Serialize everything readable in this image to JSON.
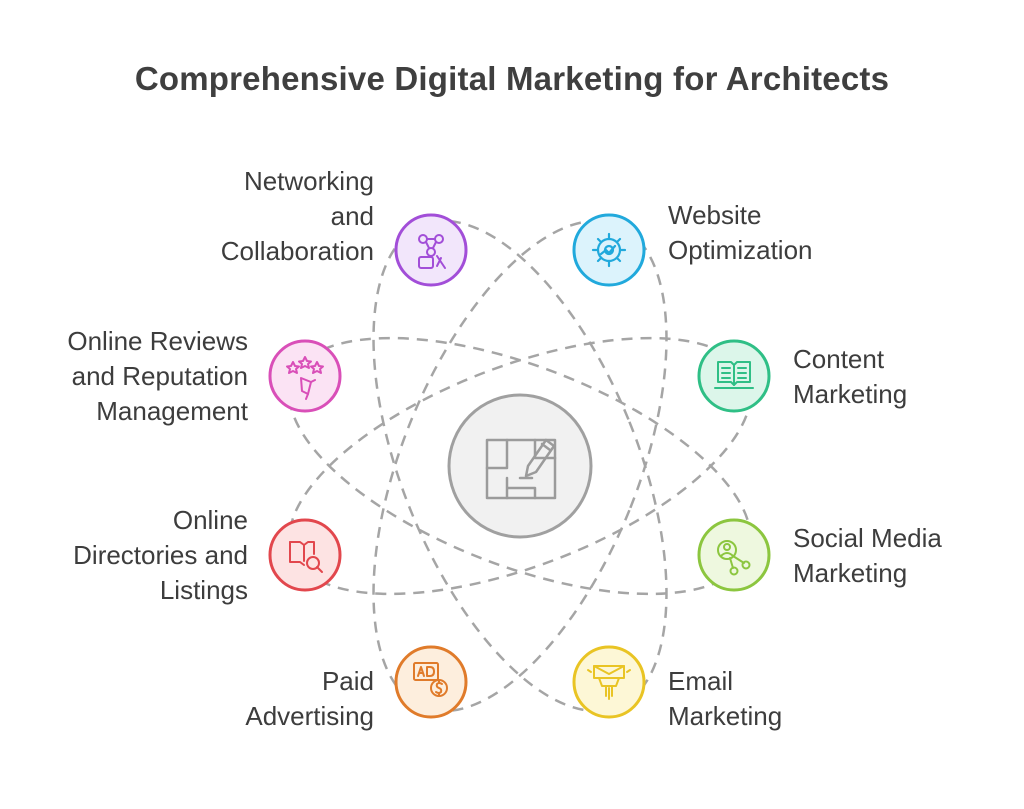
{
  "title": "Comprehensive Digital Marketing for Architects",
  "center": {
    "icon": "architect-blueprint-icon",
    "color": "#9b9b9b"
  },
  "nodes": [
    {
      "id": "networking",
      "label": "Networking\nand\nCollaboration",
      "icon": "network-icon",
      "color": "#a24ed8",
      "fill": "#f2e6fb"
    },
    {
      "id": "website",
      "label": "Website\nOptimization",
      "icon": "gear-icon",
      "color": "#21a9dc",
      "fill": "#dcf3fc"
    },
    {
      "id": "reviews",
      "label": "Online Reviews\nand Reputation\nManagement",
      "icon": "review-stars-icon",
      "color": "#d94fb8",
      "fill": "#fbe3f4"
    },
    {
      "id": "content",
      "label": "Content\nMarketing",
      "icon": "open-book-icon",
      "color": "#2fbf86",
      "fill": "#dcf6ea"
    },
    {
      "id": "directories",
      "label": "Online\nDirectories and\nListings",
      "icon": "book-search-icon",
      "color": "#e2474d",
      "fill": "#fde3e3"
    },
    {
      "id": "social",
      "label": "Social Media\nMarketing",
      "icon": "social-share-icon",
      "color": "#8cc63f",
      "fill": "#eef8df"
    },
    {
      "id": "paid",
      "label": "Paid\nAdvertising",
      "icon": "ad-dollar-icon",
      "color": "#e07b2a",
      "fill": "#fdeedd"
    },
    {
      "id": "email",
      "label": "Email\nMarketing",
      "icon": "email-envelope-icon",
      "color": "#e9c424",
      "fill": "#fdf7d6"
    }
  ]
}
